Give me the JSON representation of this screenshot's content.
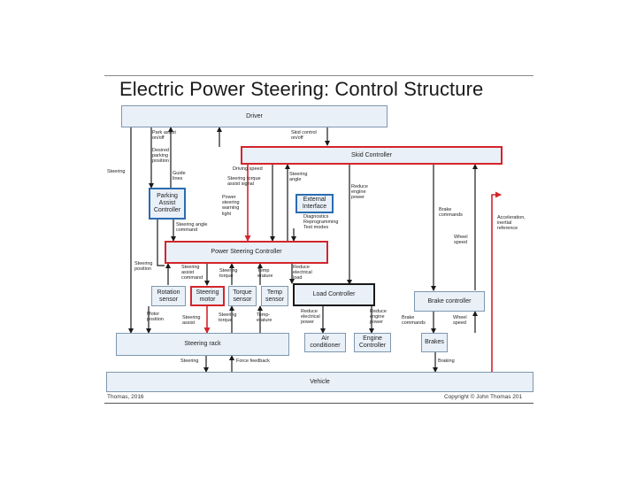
{
  "title": "Electric Power Steering: Control Structure",
  "boxes": {
    "driver": "Driver",
    "skid_controller": "Skid Controller",
    "parking_assist": "Parking\nAssist\nController",
    "external_interface": "External\nInterface",
    "power_steering_controller": "Power Steering Controller",
    "rotation_sensor": "Rotation\nsensor",
    "steering_motor": "Steering\nmotor",
    "torque_sensor": "Torque\nsensor",
    "temp_sensor": "Temp\nsensor",
    "load_controller": "Load Controller",
    "brake_controller": "Brake controller",
    "steering_rack": "Steering rack",
    "air_conditioner": "Air\nconditioner",
    "engine_controller": "Engine\nController",
    "brakes": "Brakes",
    "vehicle": "Vehicle"
  },
  "labels": {
    "park_assist": "Park assist\non/off",
    "desired_parking": "Desired\nparking\nposition",
    "guide_lines": "Guide\nlines",
    "skid_control": "Skid control\non/off",
    "steering": "Steering",
    "driving_speed": "Driving speed",
    "steering_torque_assist": "Steering torque\nassist signal",
    "power_steering_warning": "Power\nsteering\nwarning\nlight",
    "steering_angle_top": "Steering\nangle",
    "reduce_engine_power_top": "Reduce\nengine\npower",
    "diagnostics": "Diagnostics\nReprogramming\nTest modes",
    "brake_commands_top": "Brake\ncommands",
    "wheel_speed_top": "Wheel\nspeed",
    "accel_inertial": "Acceleration,\ninertial\nreference",
    "steering_angle_command": "Steering angle\ncommand",
    "steering_position": "Steering\nposition",
    "steering_assist_command": "Steering\nassist\ncommand",
    "steering_torque_mid": "Steering\ntorque",
    "temp_erature_mid": "Temp\nerature",
    "reduce_electrical_load": "Reduce\nelectrical\nload",
    "motor_position": "Motor\nposition",
    "steering_assist_low": "Steering\nassist",
    "steering_torque_low": "Steering\ntorque",
    "temp_erature_low": "Temp-\nerature",
    "reduce_electrical_power": "Reduce\nelectrical\npower",
    "reduce_engine_power_low": "Reduce\nengine\npower",
    "brake_commands_low": "Brake\ncommands",
    "wheel_speed_low": "Wheel\nspeed",
    "steering_bottom": "Steering",
    "force_feedback": "Force feedback",
    "braking": "Braking"
  },
  "footer": {
    "left": "Thomas, 2016",
    "right": "Copyright © John Thomas 201"
  },
  "colors": {
    "box_fill": "#e9f0f8",
    "feedback_red": "#d4252c",
    "line": "#1a1a1a"
  }
}
